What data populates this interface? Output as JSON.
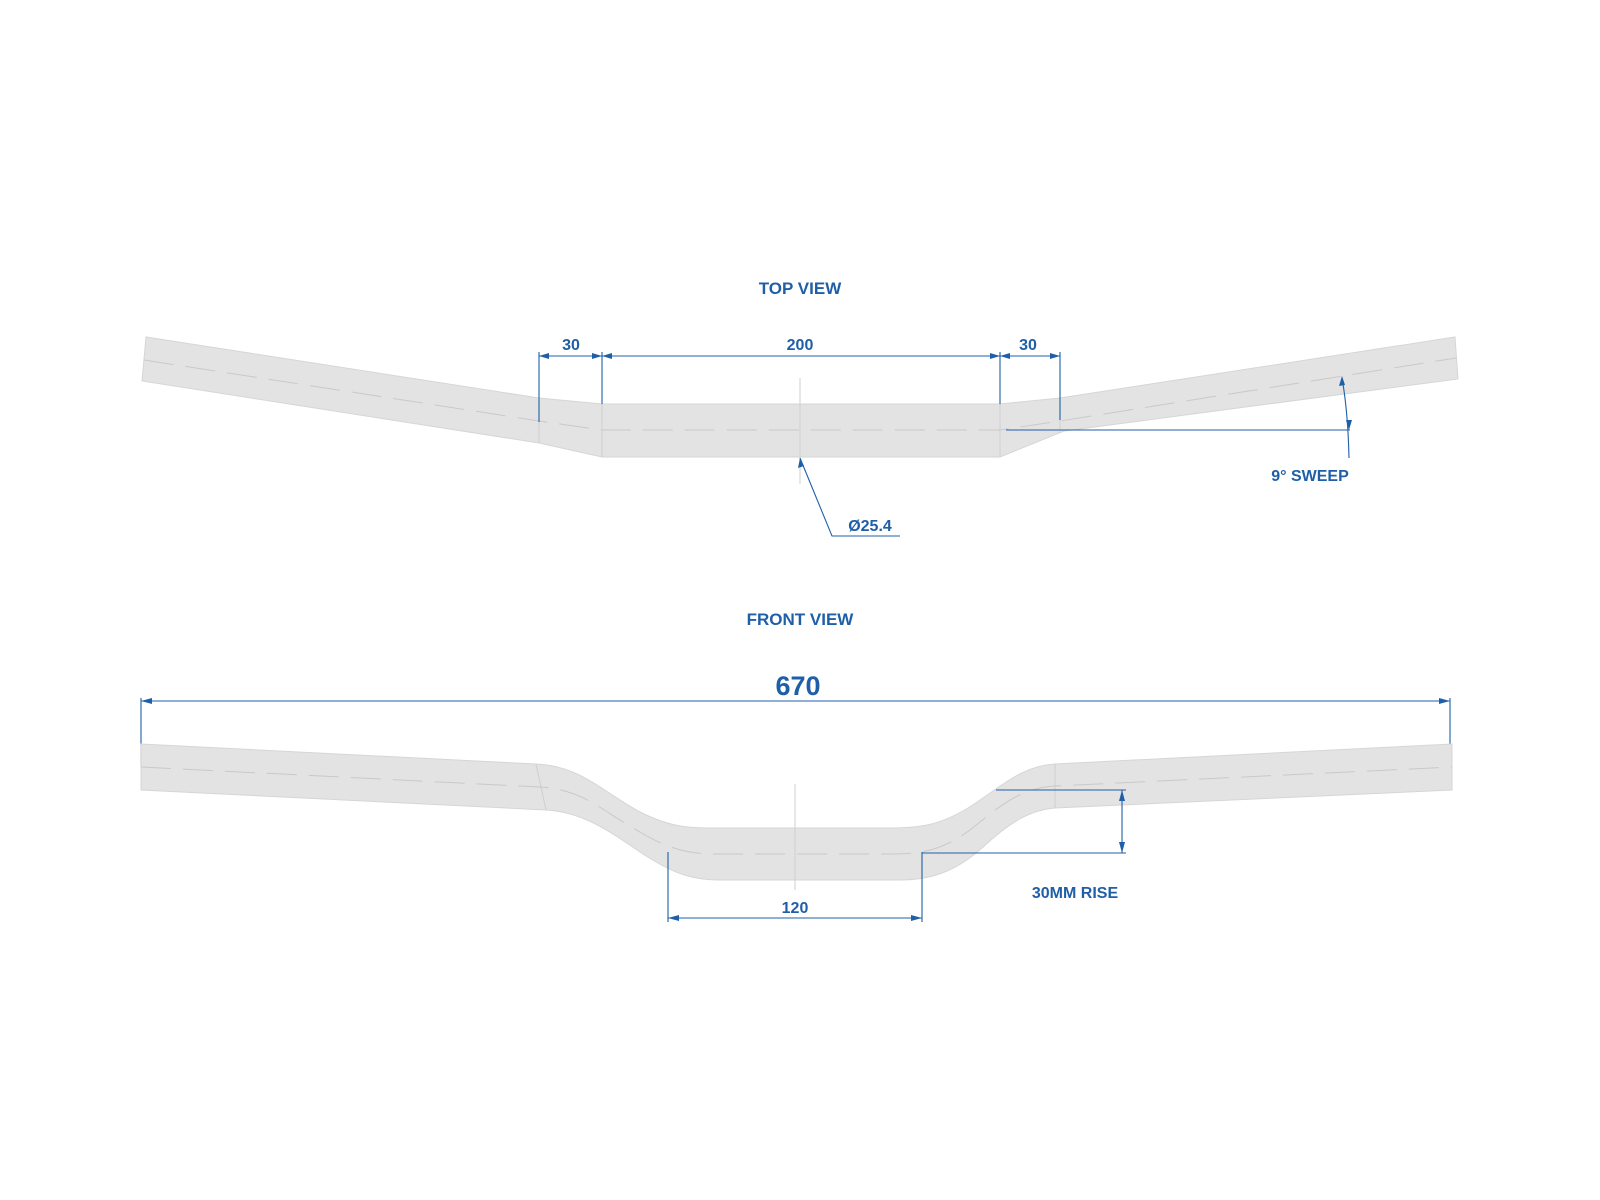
{
  "top_view": {
    "title": "TOP VIEW",
    "dim_left": "30",
    "dim_center": "200",
    "dim_right": "30",
    "diameter": "Ø25.4",
    "sweep": "9° SWEEP"
  },
  "front_view": {
    "title": "FRONT VIEW",
    "width": "670",
    "center_width": "120",
    "rise": "30MM RISE"
  },
  "colors": {
    "annotation": "#1f5fa8",
    "bar_fill": "#e3e3e3"
  }
}
